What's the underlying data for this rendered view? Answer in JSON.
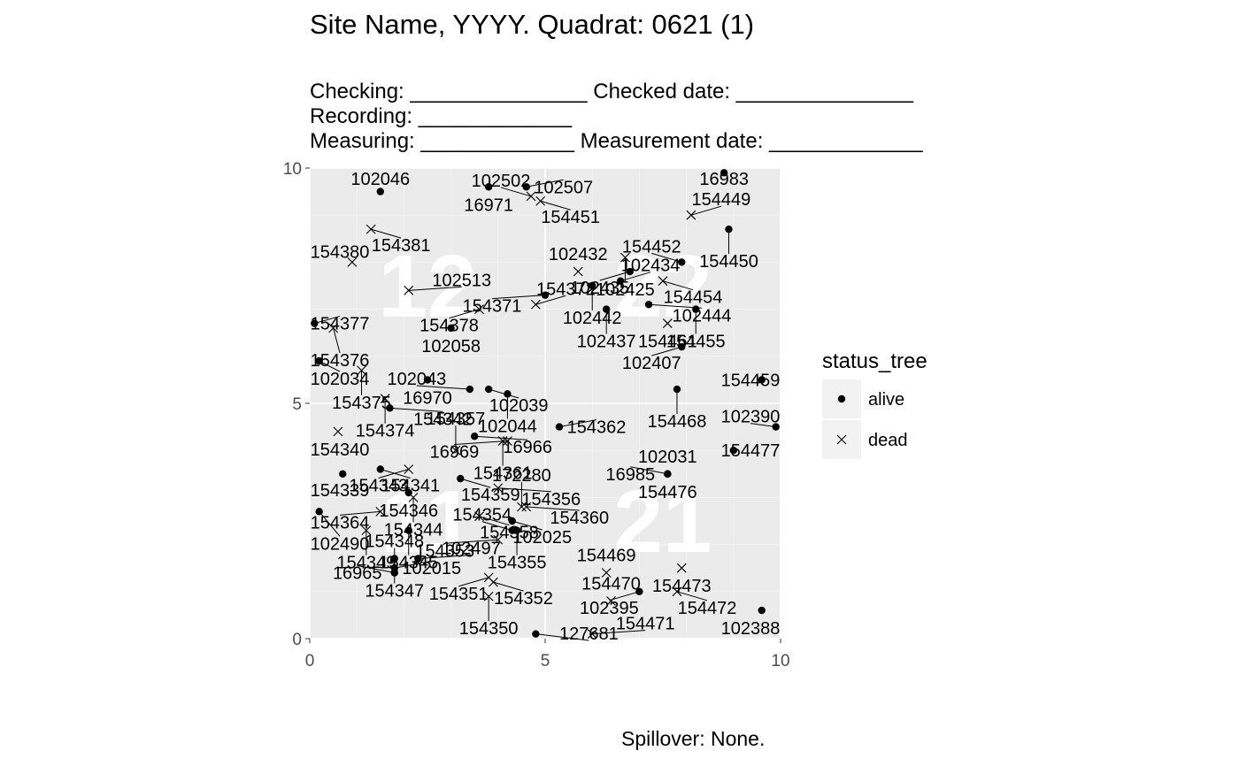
{
  "header": {
    "title": "Site Name, YYYY. Quadrat: 0621 (1)",
    "line1": "Checking: _______________ Checked date: _______________",
    "line2": "Recording: _____________",
    "line3": "Measuring: _____________ Measurement date: _____________"
  },
  "caption": "Spillover: None.",
  "chart_data": {
    "type": "scatter",
    "xlim": [
      0,
      10
    ],
    "ylim": [
      0,
      10
    ],
    "x_ticks": [
      "0",
      "5",
      "10"
    ],
    "y_ticks": [
      "0",
      "5",
      "10"
    ],
    "xlabel": "",
    "ylabel": "",
    "grid": true,
    "subquadrat_labels": [
      "12",
      "22",
      "11",
      "21"
    ],
    "legend": {
      "title": "status_tree",
      "position": "right",
      "entries": [
        "alive",
        "dead"
      ]
    },
    "colors": {
      "panel": "#ebebeb",
      "grid_major": "#ffffff",
      "grid_minor": "#f4f4f4",
      "points": "#000000",
      "key_bg": "#f2f2f2"
    },
    "points": [
      {
        "tag": "102046",
        "x": 1.5,
        "y": 9.5,
        "status": "alive"
      },
      {
        "tag": "16971",
        "x": 3.8,
        "y": 9.6,
        "status": "alive"
      },
      {
        "tag": "102507",
        "x": 4.6,
        "y": 9.6,
        "status": "alive"
      },
      {
        "tag": "102502",
        "x": 4.7,
        "y": 9.4,
        "status": "dead"
      },
      {
        "tag": "154451",
        "x": 4.9,
        "y": 9.3,
        "status": "dead"
      },
      {
        "tag": "154449",
        "x": 8.1,
        "y": 9.0,
        "status": "dead"
      },
      {
        "tag": "16983",
        "x": 8.8,
        "y": 9.9,
        "status": "alive"
      },
      {
        "tag": "154381",
        "x": 1.3,
        "y": 8.7,
        "status": "dead"
      },
      {
        "tag": "102425",
        "x": 6.7,
        "y": 8.1,
        "status": "dead"
      },
      {
        "tag": "154450",
        "x": 8.9,
        "y": 8.7,
        "status": "alive"
      },
      {
        "tag": "154380",
        "x": 0.9,
        "y": 8.0,
        "status": "dead"
      },
      {
        "tag": "102513",
        "x": 2.1,
        "y": 7.4,
        "status": "dead"
      },
      {
        "tag": "154371",
        "x": 5.0,
        "y": 7.3,
        "status": "alive"
      },
      {
        "tag": "102432",
        "x": 5.7,
        "y": 7.8,
        "status": "dead"
      },
      {
        "tag": "102434",
        "x": 6.6,
        "y": 7.6,
        "status": "alive"
      },
      {
        "tag": "154452",
        "x": 7.9,
        "y": 8.0,
        "status": "alive"
      },
      {
        "tag": "154377",
        "x": 0.1,
        "y": 6.7,
        "status": "alive"
      },
      {
        "tag": "154378",
        "x": 3.6,
        "y": 7.0,
        "status": "dead"
      },
      {
        "tag": "154372",
        "x": 4.8,
        "y": 7.1,
        "status": "dead"
      },
      {
        "tag": "102442",
        "x": 6.0,
        "y": 7.5,
        "status": "alive"
      },
      {
        "tag": "102435",
        "x": 6.8,
        "y": 7.8,
        "status": "alive"
      },
      {
        "tag": "154454",
        "x": 7.5,
        "y": 7.6,
        "status": "dead"
      },
      {
        "tag": "154455",
        "x": 8.2,
        "y": 7.0,
        "status": "alive"
      },
      {
        "tag": "154376",
        "x": 0.5,
        "y": 6.6,
        "status": "dead"
      },
      {
        "tag": "102444",
        "x": 7.2,
        "y": 7.1,
        "status": "alive"
      },
      {
        "tag": "102437",
        "x": 6.3,
        "y": 7.0,
        "status": "alive"
      },
      {
        "tag": "102034",
        "x": 0.2,
        "y": 5.9,
        "status": "alive"
      },
      {
        "tag": "102058",
        "x": 3.0,
        "y": 6.6,
        "status": "alive"
      },
      {
        "tag": "16970",
        "x": 2.5,
        "y": 5.5,
        "status": "alive"
      },
      {
        "tag": "154461",
        "x": 7.6,
        "y": 6.7,
        "status": "dead"
      },
      {
        "tag": "102407",
        "x": 7.9,
        "y": 6.2,
        "status": "alive"
      },
      {
        "tag": "154459",
        "x": 9.6,
        "y": 5.5,
        "status": "alive"
      },
      {
        "tag": "154375",
        "x": 1.1,
        "y": 5.7,
        "status": "dead"
      },
      {
        "tag": "154374",
        "x": 1.6,
        "y": 5.1,
        "status": "dead"
      },
      {
        "tag": "102039",
        "x": 3.8,
        "y": 5.3,
        "status": "alive"
      },
      {
        "tag": "102043",
        "x": 3.4,
        "y": 5.3,
        "status": "alive"
      },
      {
        "tag": "102044",
        "x": 4.2,
        "y": 5.2,
        "status": "alive"
      },
      {
        "tag": "154468",
        "x": 7.8,
        "y": 5.3,
        "status": "alive"
      },
      {
        "tag": "102390",
        "x": 9.9,
        "y": 4.5,
        "status": "alive"
      },
      {
        "tag": "154342",
        "x": 1.7,
        "y": 4.9,
        "status": "alive"
      },
      {
        "tag": "154340",
        "x": 0.6,
        "y": 4.4,
        "status": "dead"
      },
      {
        "tag": "16966",
        "x": 3.5,
        "y": 4.3,
        "status": "alive"
      },
      {
        "tag": "154362",
        "x": 5.3,
        "y": 4.5,
        "status": "alive"
      },
      {
        "tag": "154361",
        "x": 4.1,
        "y": 4.2,
        "status": "dead"
      },
      {
        "tag": "16969",
        "x": 4.2,
        "y": 4.2,
        "status": "dead"
      },
      {
        "tag": "154477",
        "x": 9.0,
        "y": 4.0,
        "status": "alive"
      },
      {
        "tag": "154339",
        "x": 0.7,
        "y": 3.5,
        "status": "alive"
      },
      {
        "tag": "154341",
        "x": 1.5,
        "y": 3.6,
        "status": "alive"
      },
      {
        "tag": "154343",
        "x": 2.1,
        "y": 3.6,
        "status": "dead"
      },
      {
        "tag": "154359",
        "x": 3.2,
        "y": 3.4,
        "status": "alive"
      },
      {
        "tag": "154357",
        "x": 3.1,
        "y": 4.0,
        "status": "dead"
      },
      {
        "tag": "102490",
        "x": 0.2,
        "y": 2.7,
        "status": "alive"
      },
      {
        "tag": "154346",
        "x": 2.1,
        "y": 3.1,
        "status": "alive"
      },
      {
        "tag": "154344",
        "x": 2.2,
        "y": 3.0,
        "status": "dead"
      },
      {
        "tag": "154356",
        "x": 4.0,
        "y": 3.2,
        "status": "dead"
      },
      {
        "tag": "154360",
        "x": 4.6,
        "y": 2.8,
        "status": "dead"
      },
      {
        "tag": "102031",
        "x": 7.6,
        "y": 3.5,
        "status": "alive"
      },
      {
        "tag": "154476",
        "x": 7.6,
        "y": 3.5,
        "status": "alive"
      },
      {
        "tag": "16985",
        "x": 7.6,
        "y": 3.5,
        "status": "alive"
      },
      {
        "tag": "154358",
        "x": 3.6,
        "y": 2.6,
        "status": "dead"
      },
      {
        "tag": "154364",
        "x": 1.5,
        "y": 2.7,
        "status": "dead"
      },
      {
        "tag": "154345",
        "x": 2.1,
        "y": 2.3,
        "status": "alive"
      },
      {
        "tag": "154355",
        "x": 4.4,
        "y": 2.3,
        "status": "alive"
      },
      {
        "tag": "102025",
        "x": 4.3,
        "y": 2.5,
        "status": "alive"
      },
      {
        "tag": "172280",
        "x": 4.5,
        "y": 2.8,
        "status": "dead"
      },
      {
        "tag": "154349",
        "x": 1.2,
        "y": 2.3,
        "status": "dead"
      },
      {
        "tag": "154347",
        "x": 1.8,
        "y": 1.7,
        "status": "alive"
      },
      {
        "tag": "102497",
        "x": 2.3,
        "y": 1.7,
        "status": "alive"
      },
      {
        "tag": "154353",
        "x": 4.0,
        "y": 2.1,
        "status": "dead"
      },
      {
        "tag": "154354",
        "x": 4.3,
        "y": 2.3,
        "status": "alive"
      },
      {
        "tag": "154469",
        "x": 6.3,
        "y": 1.4,
        "status": "dead"
      },
      {
        "tag": "154473",
        "x": 7.9,
        "y": 1.5,
        "status": "dead"
      },
      {
        "tag": "16965",
        "x": 1.8,
        "y": 1.4,
        "status": "alive"
      },
      {
        "tag": "102015",
        "x": 1.8,
        "y": 1.5,
        "status": "alive"
      },
      {
        "tag": "154351",
        "x": 3.8,
        "y": 1.3,
        "status": "dead"
      },
      {
        "tag": "154352",
        "x": 3.9,
        "y": 1.2,
        "status": "dead"
      },
      {
        "tag": "102395",
        "x": 7.0,
        "y": 1.0,
        "status": "alive"
      },
      {
        "tag": "154472",
        "x": 7.8,
        "y": 1.0,
        "status": "dead"
      },
      {
        "tag": "154348",
        "x": 1.8,
        "y": 1.4,
        "status": "alive"
      },
      {
        "tag": "154350",
        "x": 3.8,
        "y": 0.9,
        "status": "dead"
      },
      {
        "tag": "127681",
        "x": 4.8,
        "y": 0.1,
        "status": "alive"
      },
      {
        "tag": "154471",
        "x": 6.0,
        "y": 0.1,
        "status": "dead"
      },
      {
        "tag": "154470",
        "x": 6.4,
        "y": 0.8,
        "status": "dead"
      },
      {
        "tag": "102388",
        "x": 9.6,
        "y": 0.6,
        "status": "alive"
      }
    ]
  }
}
